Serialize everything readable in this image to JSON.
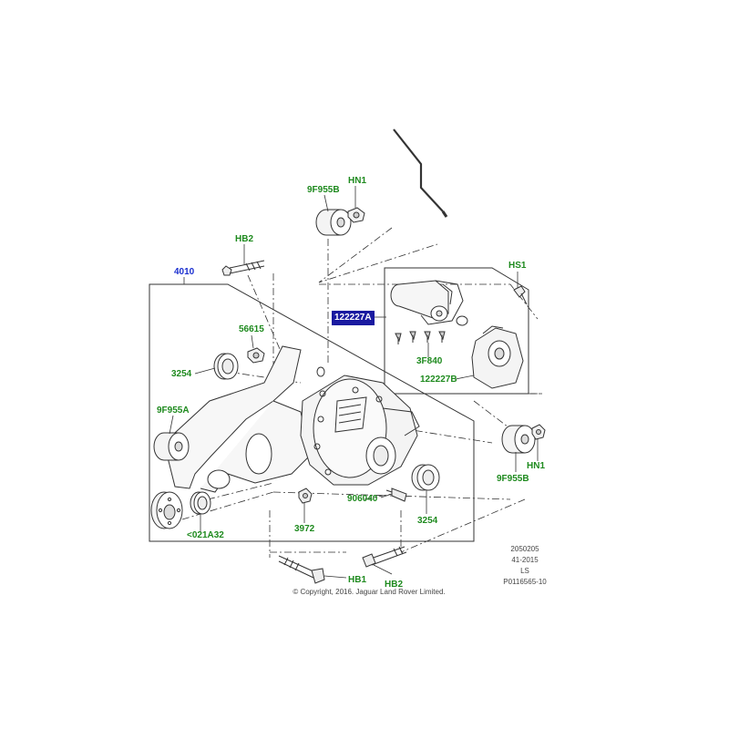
{
  "colors": {
    "label_green": "#1e8a1e",
    "label_blue": "#1a2fcf",
    "selected_bg": "#1a1aa0"
  },
  "labels": {
    "p_9f955b_top": "9F955B",
    "p_hn1_top": "HN1",
    "p_hb2_top": "HB2",
    "p_4010": "4010",
    "p_hs1": "HS1",
    "p_122227a": "122227A",
    "p_56615": "56615",
    "p_3254_left": "3254",
    "p_3f840": "3F840",
    "p_122227b": "122227B",
    "p_9f955a": "9F955A",
    "p_9f955b_right": "9F955B",
    "p_hn1_right": "HN1",
    "p_906040": "906040",
    "p_3254_right": "3254",
    "p_3972": "3972",
    "p_021a32": "<021A32",
    "p_hb1": "HB1",
    "p_hb2_bottom": "HB2"
  },
  "reference": {
    "line1": "2050205",
    "line2": "41-2015",
    "line3": "LS",
    "line4": "P0116565-10"
  },
  "copyright": "© Copyright, 2016. Jaguar Land Rover Limited."
}
